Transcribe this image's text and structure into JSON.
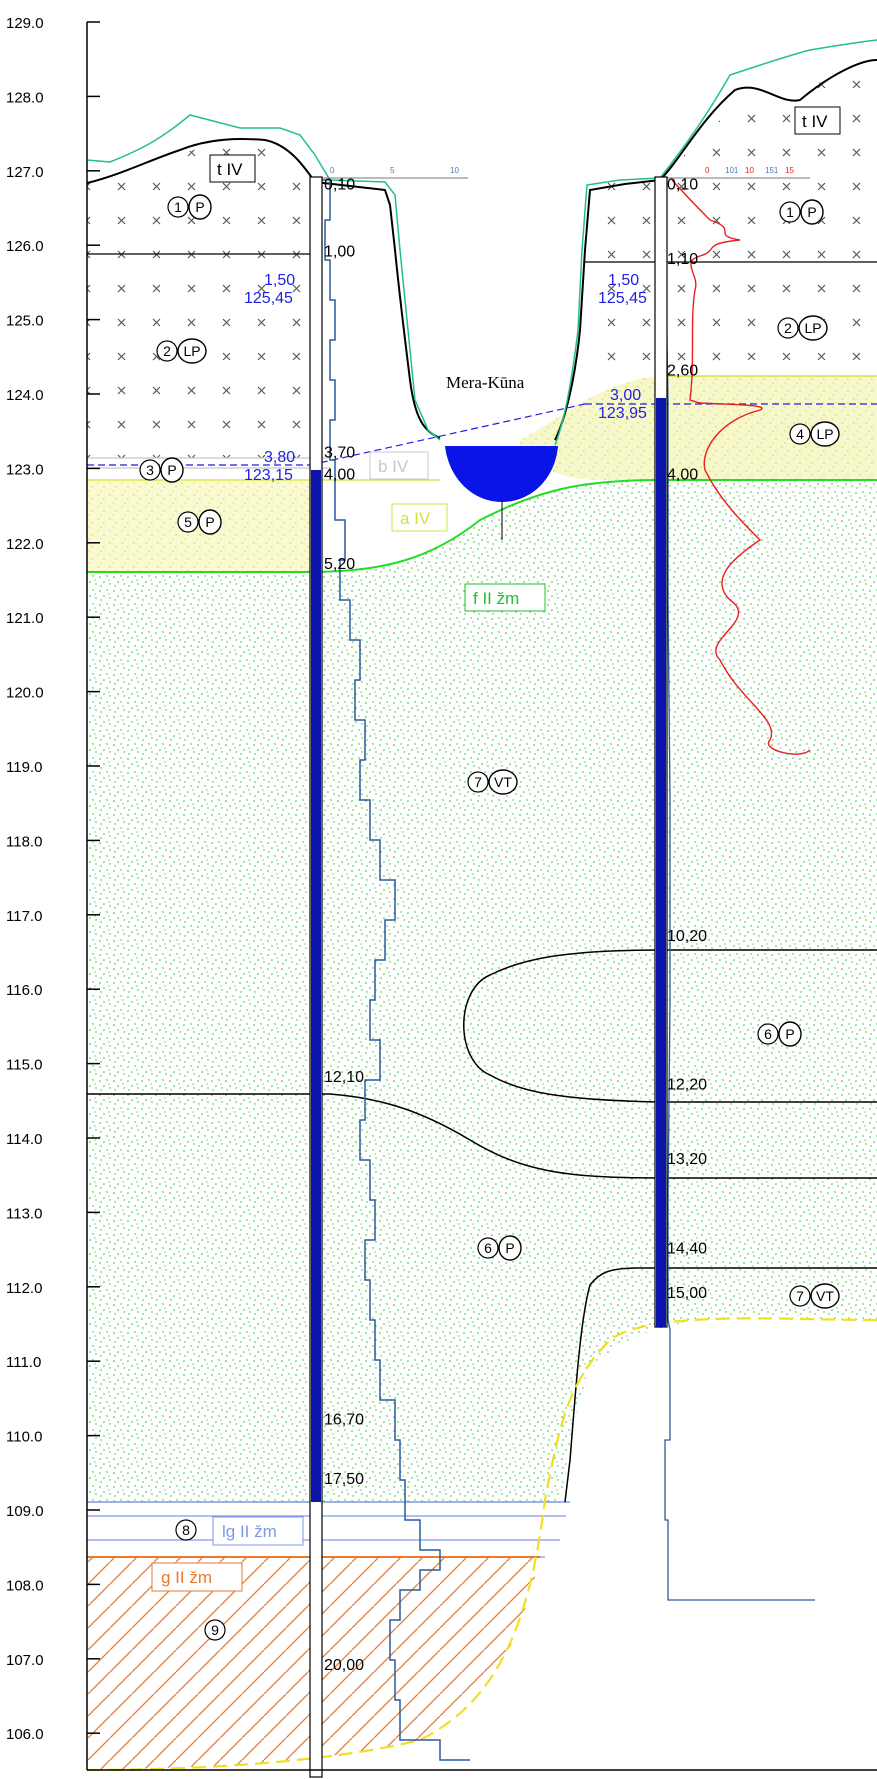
{
  "y_axis": {
    "ticks": [
      "129.0",
      "128.0",
      "127.0",
      "126.0",
      "125.0",
      "124.0",
      "123.0",
      "122.0",
      "121.0",
      "120.0",
      "119.0",
      "118.0",
      "117.0",
      "116.0",
      "115.0",
      "114.0",
      "113.0",
      "112.0",
      "111.0",
      "110.0",
      "109.0",
      "108.0",
      "107.0",
      "106.0"
    ]
  },
  "river_label": "Mera-Kūna",
  "geology_labels": {
    "t_left": "t IV",
    "t_right": "t IV",
    "b": "b IV",
    "a": "a IV",
    "f": "f II žm",
    "lg": "lg II žm",
    "g": "g II žm"
  },
  "layers": {
    "l1_left": {
      "num": "1",
      "code": "P"
    },
    "l2_left": {
      "num": "2",
      "code": "LP"
    },
    "l3_left": {
      "num": "3",
      "code": "P"
    },
    "l5_left": {
      "num": "5",
      "code": "P"
    },
    "l7_mid": {
      "num": "7",
      "code": "VT"
    },
    "l6_mid": {
      "num": "6",
      "code": "P"
    },
    "l8": {
      "num": "8"
    },
    "l9": {
      "num": "9"
    },
    "l1_right": {
      "num": "1",
      "code": "P"
    },
    "l2_right": {
      "num": "2",
      "code": "LP"
    },
    "l4_right": {
      "num": "4",
      "code": "LP"
    },
    "l6_right": {
      "num": "6",
      "code": "P"
    },
    "l7_right": {
      "num": "7",
      "code": "VT"
    }
  },
  "borehole_left": {
    "depths": [
      "0,10",
      "1,00",
      "3,70",
      "4,00",
      "5,20",
      "12,10",
      "16,70",
      "17,50",
      "20,00"
    ],
    "water1_depth": "1,50",
    "water1_elev": "125,45",
    "water2_depth": "3,80",
    "water2_elev": "123,15"
  },
  "borehole_right": {
    "depths": [
      "0,10",
      "1,10",
      "2,60",
      "4,00",
      "10,20",
      "12,20",
      "13,20",
      "14,40",
      "15,00"
    ],
    "water1_depth": "1,50",
    "water1_elev": "125,45",
    "water2_depth": "3,00",
    "water2_elev": "123,95"
  },
  "cpt_scale_left": [
    "0",
    "5",
    "10"
  ],
  "cpt_scale_right": [
    "0",
    "101",
    "10",
    "151",
    "15"
  ],
  "colors": {
    "green_soil": "#22c02a",
    "blue_water": "#0a14e6",
    "lg_blue": "#7d99e6",
    "g_orange": "#e87a2e",
    "yellow_boundary": "#f0e020",
    "cpt_red": "#e82020",
    "cpt_blue": "#2a5c9a"
  }
}
